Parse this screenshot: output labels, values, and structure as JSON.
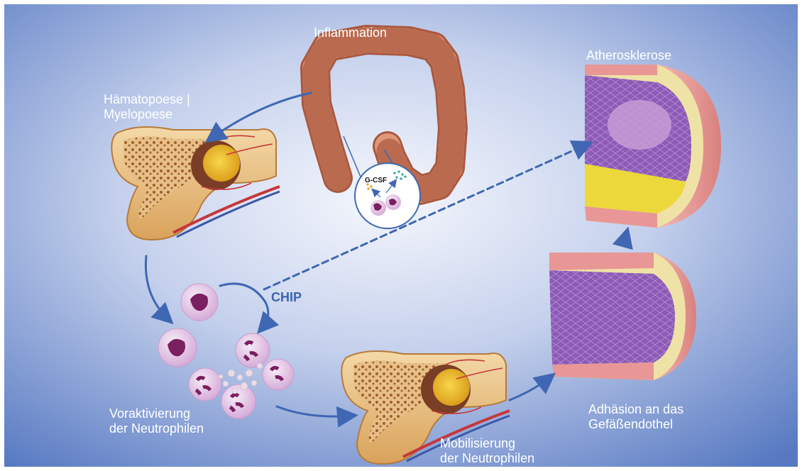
{
  "labels": {
    "inflammation": "Inflammation",
    "hematopoiesis": [
      "Hämatopoese |",
      "Myelopoese"
    ],
    "atherosclerosis": "Atherosklerose",
    "chip": "CHIP",
    "preactivation": [
      "Voraktivierung",
      "der Neutrophilen"
    ],
    "mobilization": [
      "Mobilisierung",
      "der Neutrophilen"
    ],
    "adhesion": [
      "Adhäsion an das",
      "Gefäßendothel"
    ],
    "gcsf": "G-CSF"
  },
  "colors": {
    "background_center": "#f3f5fb",
    "background_edge": "#5b7fc4",
    "arrow": "#3f67b3",
    "bone": "#e9c07c",
    "marrow": "#f2c232",
    "colon": "#d98c72",
    "plaque": "#8a56b4",
    "neutrophil": "#e6c9e8",
    "nucleus": "#7a1f5f"
  }
}
